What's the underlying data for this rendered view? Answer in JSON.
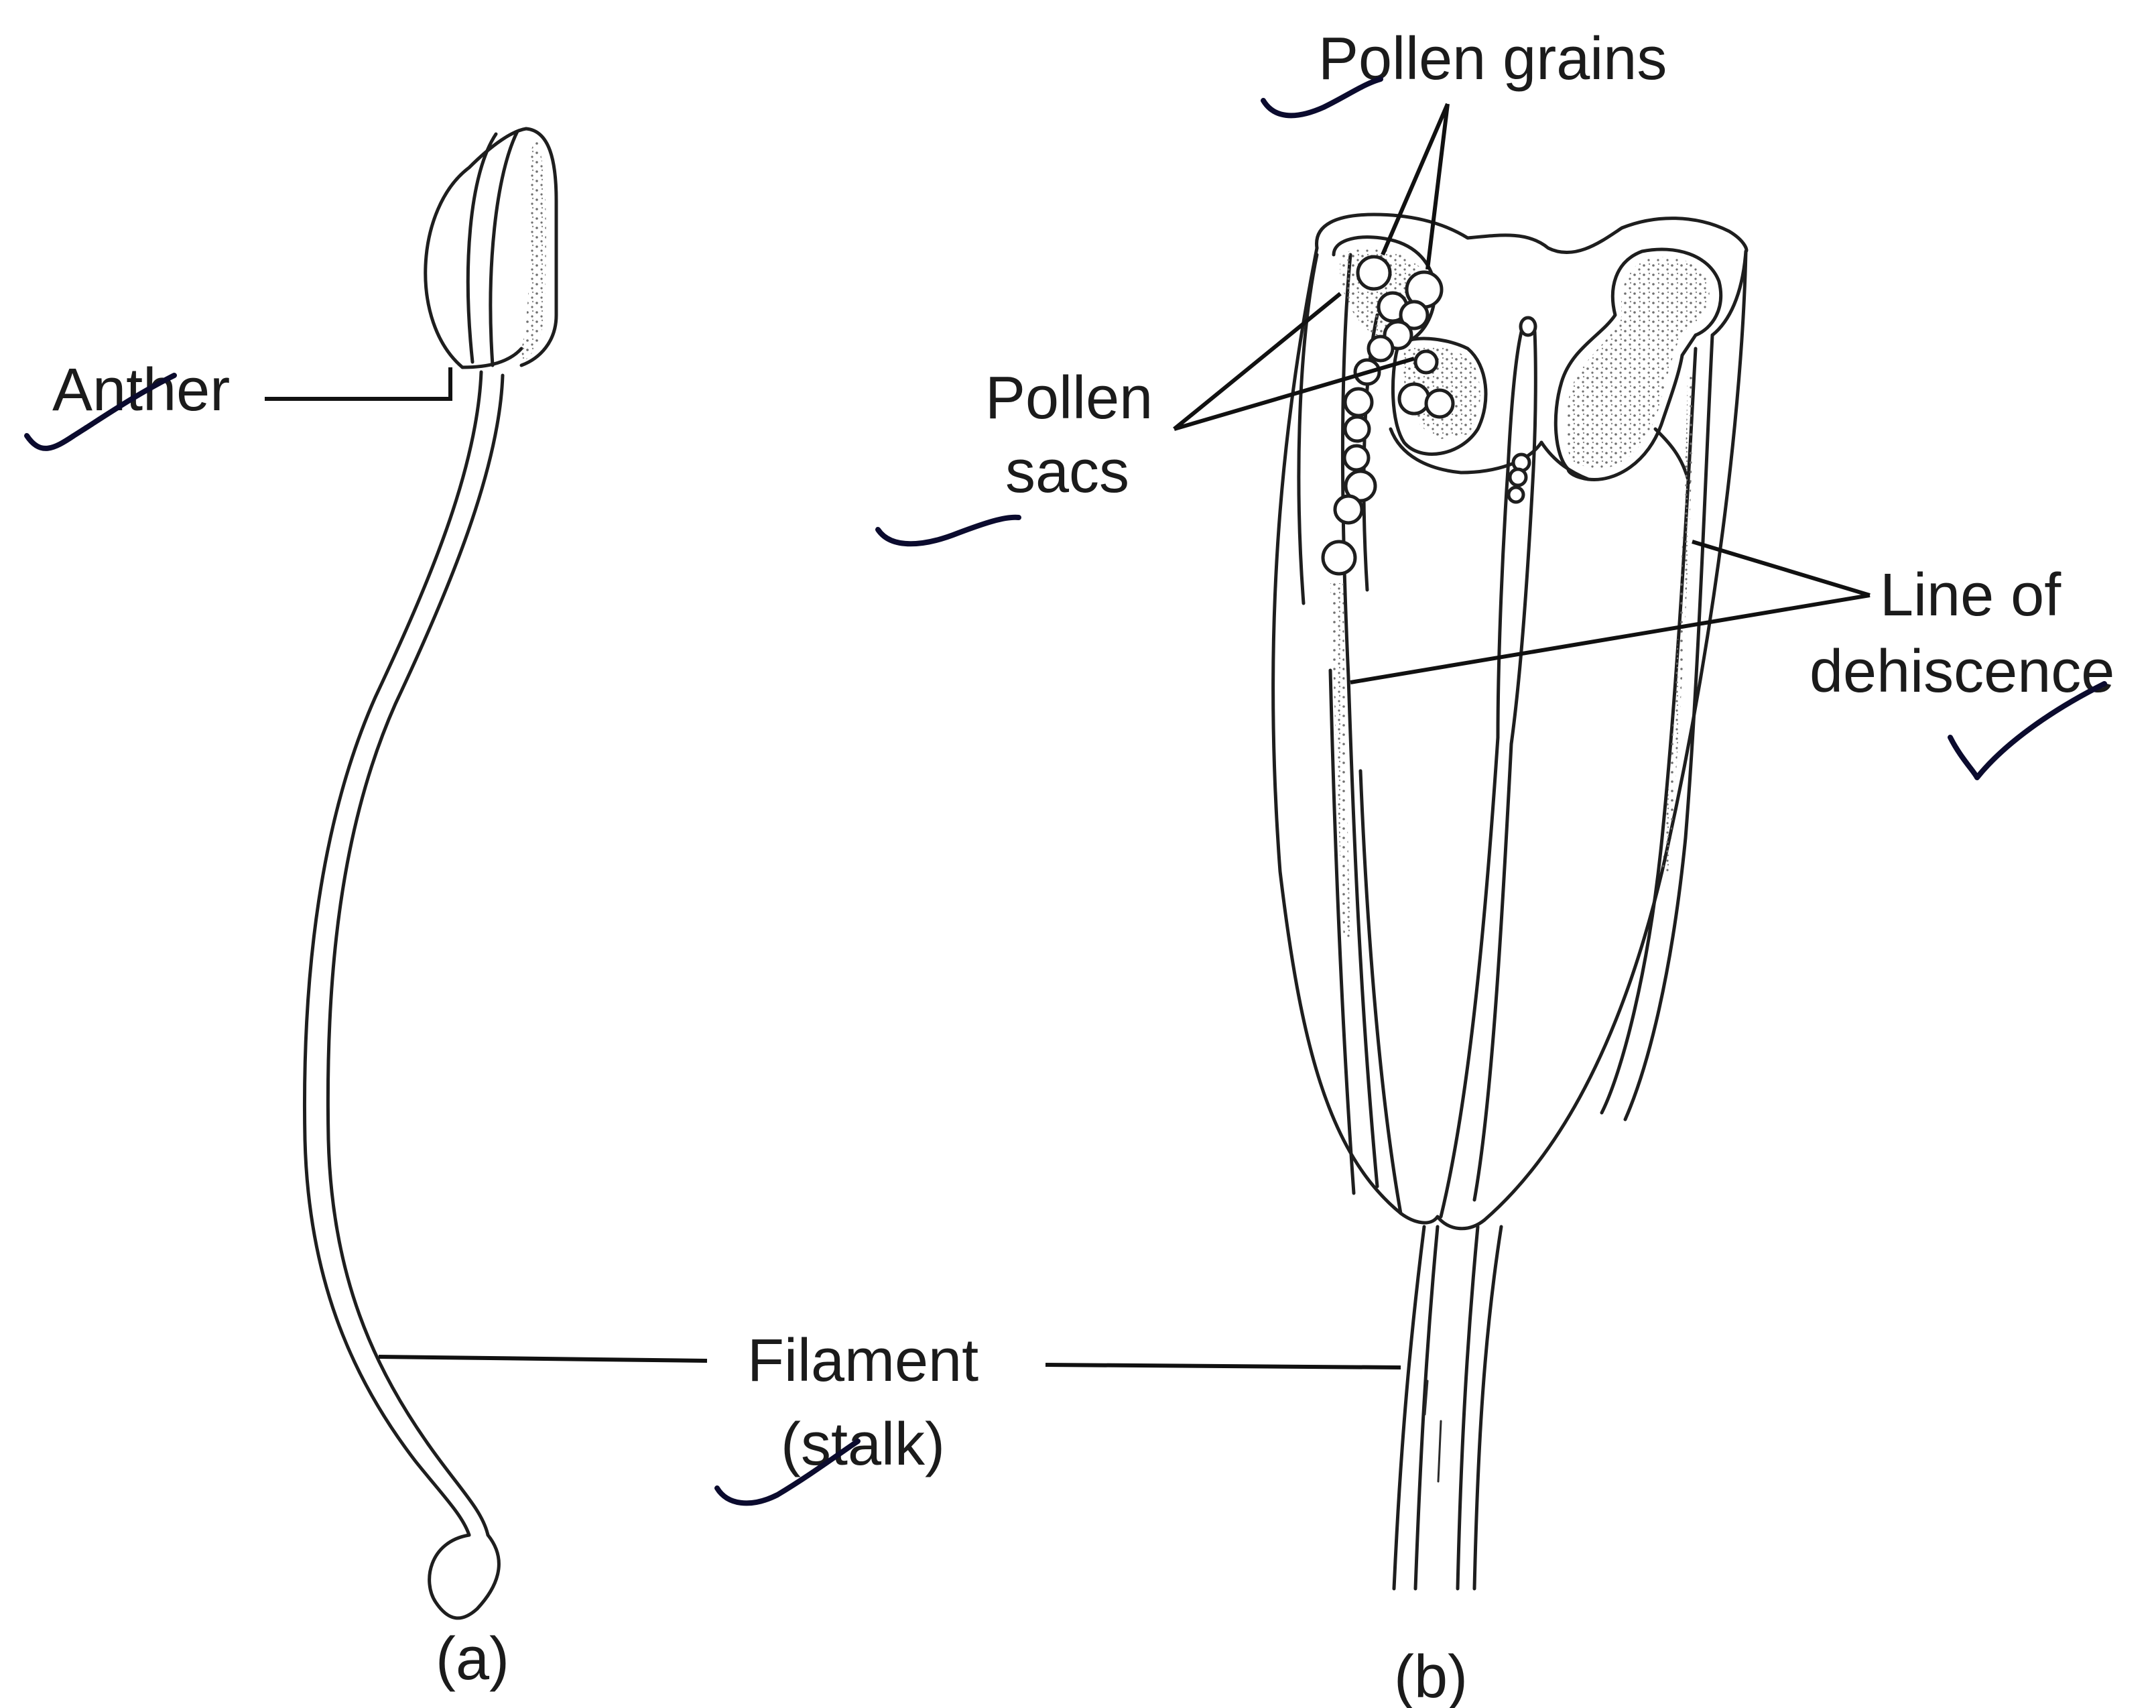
{
  "labels": {
    "anther": "Anther",
    "pollen_grains": "Pollen grains",
    "pollen_sacs_line1": "Pollen",
    "pollen_sacs_line2": "sacs",
    "line_of_dehiscence_line1": "Line of",
    "line_of_dehiscence_line2": "dehiscence",
    "filament_line1": "Filament",
    "filament_line2": "(stalk)",
    "caption_a": "(a)",
    "caption_b": "(b)"
  },
  "colors": {
    "ink": "#1e1e1e",
    "tick_marks": "#0b0b2e",
    "stipple": "#6f6f6f",
    "background": "#ffffff"
  },
  "figures": [
    "stamen (a)",
    "anther section (b)"
  ]
}
